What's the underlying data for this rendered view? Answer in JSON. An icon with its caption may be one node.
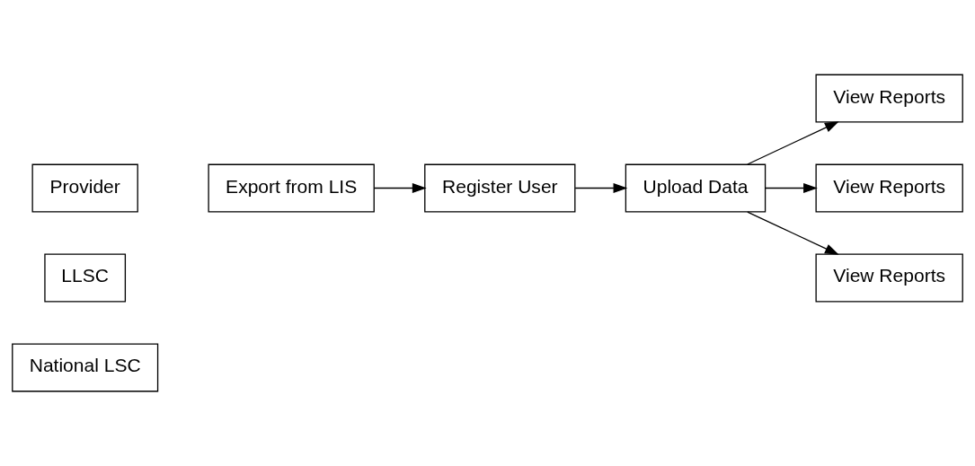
{
  "diagram": {
    "nodes": [
      {
        "text": [
          "Provider"
        ]
      },
      {
        "text": [
          "LLSC"
        ]
      },
      {
        "text": [
          "National LSC"
        ]
      },
      {
        "text": [
          "Export from LIS"
        ]
      },
      {
        "text": [
          "Register User"
        ]
      },
      {
        "text": [
          "Upload Data"
        ]
      },
      {
        "text": [
          "View Reports"
        ]
      },
      {
        "text": [
          "View Reports"
        ]
      },
      {
        "text": [
          "View Reports"
        ]
      }
    ],
    "edges": [
      {
        "from": 3,
        "to": 4,
        "arrow": "to"
      },
      {
        "from": 4,
        "to": 5,
        "arrow": "to"
      },
      {
        "from": 5,
        "to": 6,
        "arrow": "to"
      },
      {
        "from": 5,
        "to": 7,
        "arrow": "to"
      },
      {
        "from": 5,
        "to": 8,
        "arrow": "to"
      }
    ]
  }
}
